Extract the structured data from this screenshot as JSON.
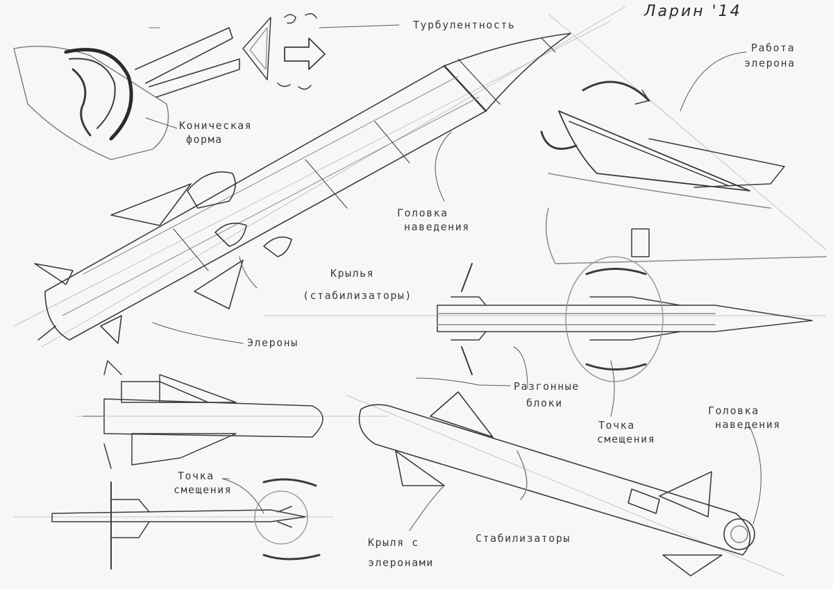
{
  "signature": "Ларин '14",
  "labels": {
    "turbulence": "Турбулентность",
    "conical_form_1": "Коническая",
    "conical_form_2": "форма",
    "aileron_work_1": "Работа",
    "aileron_work_2": "элерона",
    "seeker_head_1_a": "Головка",
    "seeker_head_1_b": "наведения",
    "wings_1": "Крылья",
    "wings_2": "(стабилизаторы)",
    "ailerons": "Элероны",
    "boosters_1": "Разгонные",
    "boosters_2": "блоки",
    "offset_point_1_a": "Точка",
    "offset_point_1_b": "смещения",
    "offset_point_2_a": "Точка",
    "offset_point_2_b": "смещения",
    "seeker_head_2_a": "Головка",
    "seeker_head_2_b": "наведения",
    "wings_with_ailerons_1": "Крыля с",
    "wings_with_ailerons_2": "элеронами",
    "stabilizers": "Стабилизаторы"
  },
  "colors": {
    "paper": "#f7f7f5",
    "pencil": "#3a3a3a",
    "light_pencil": "#9a9a9a"
  }
}
